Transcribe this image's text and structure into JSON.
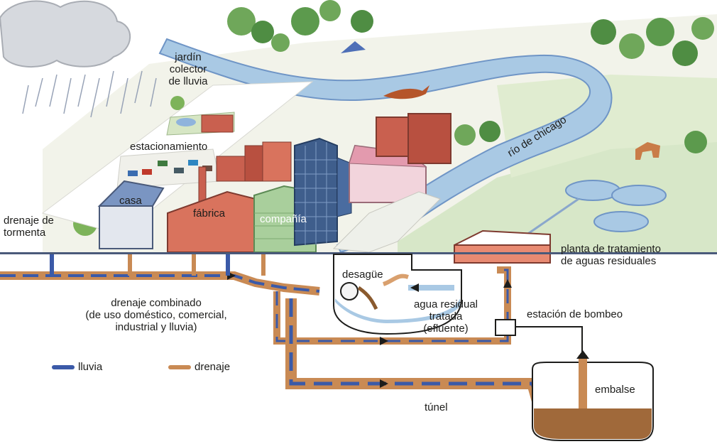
{
  "labels": {
    "garden_line1": "jardín",
    "garden_line2": "colector",
    "garden_line3": "de lluvia",
    "parking": "estacionamiento",
    "house": "casa",
    "factory": "fábrica",
    "company": "compañía",
    "storm_drain_line1": "drenaje de",
    "storm_drain_line2": "tormenta",
    "river": "río de chicago",
    "outfall": "desagüe",
    "plant_line1": "planta de tratamiento",
    "plant_line2": "de aguas residuales",
    "combined_line1": "drenaje combinado",
    "combined_line2": "(de uso doméstico, comercial,",
    "combined_line3": "industrial y lluvia)",
    "treated_line1": "agua residual",
    "treated_line2": "tratada",
    "treated_line3": "(efluente)",
    "pump_station": "estación de bombeo",
    "tunnel": "túnel",
    "reservoir": "embalse"
  },
  "legend": {
    "rain": "lluvia",
    "sewage": "drenaje"
  },
  "colors": {
    "rain": "#3b5aa8",
    "sewage": "#c98a54",
    "river": "#a9c9e4",
    "grass": "#dbe8c4",
    "brick": "#c9604f",
    "glass": "#3f5e8c"
  }
}
